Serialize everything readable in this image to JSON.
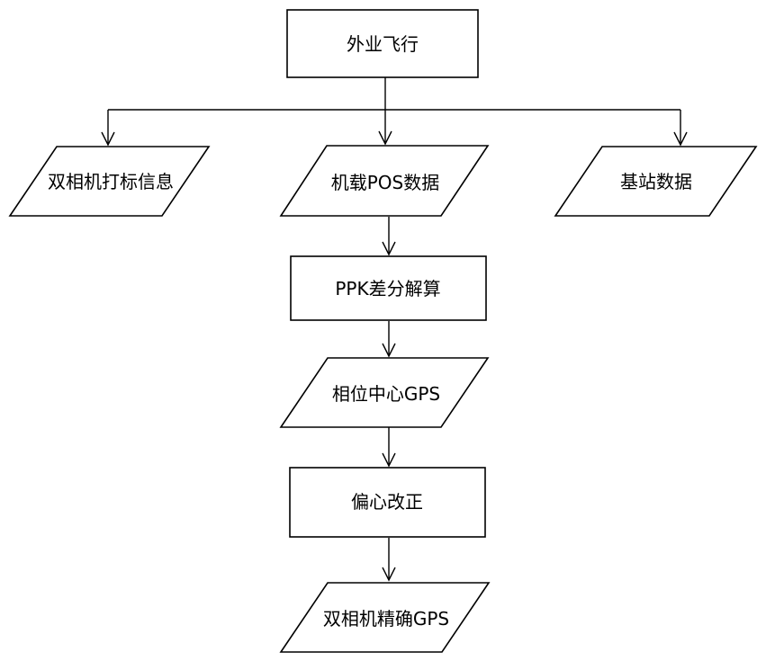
{
  "diagram": {
    "nodes": {
      "field_flight": "外业飞行",
      "dual_camera_trigger": "双相机打标信息",
      "airborne_pos": "机载POS数据",
      "base_station": "基站数据",
      "ppk_solution": "PPK差分解算",
      "phase_center_gps": "相位中心GPS",
      "eccentric_correction": "偏心改正",
      "dual_camera_gps": "双相机精确GPS"
    }
  }
}
